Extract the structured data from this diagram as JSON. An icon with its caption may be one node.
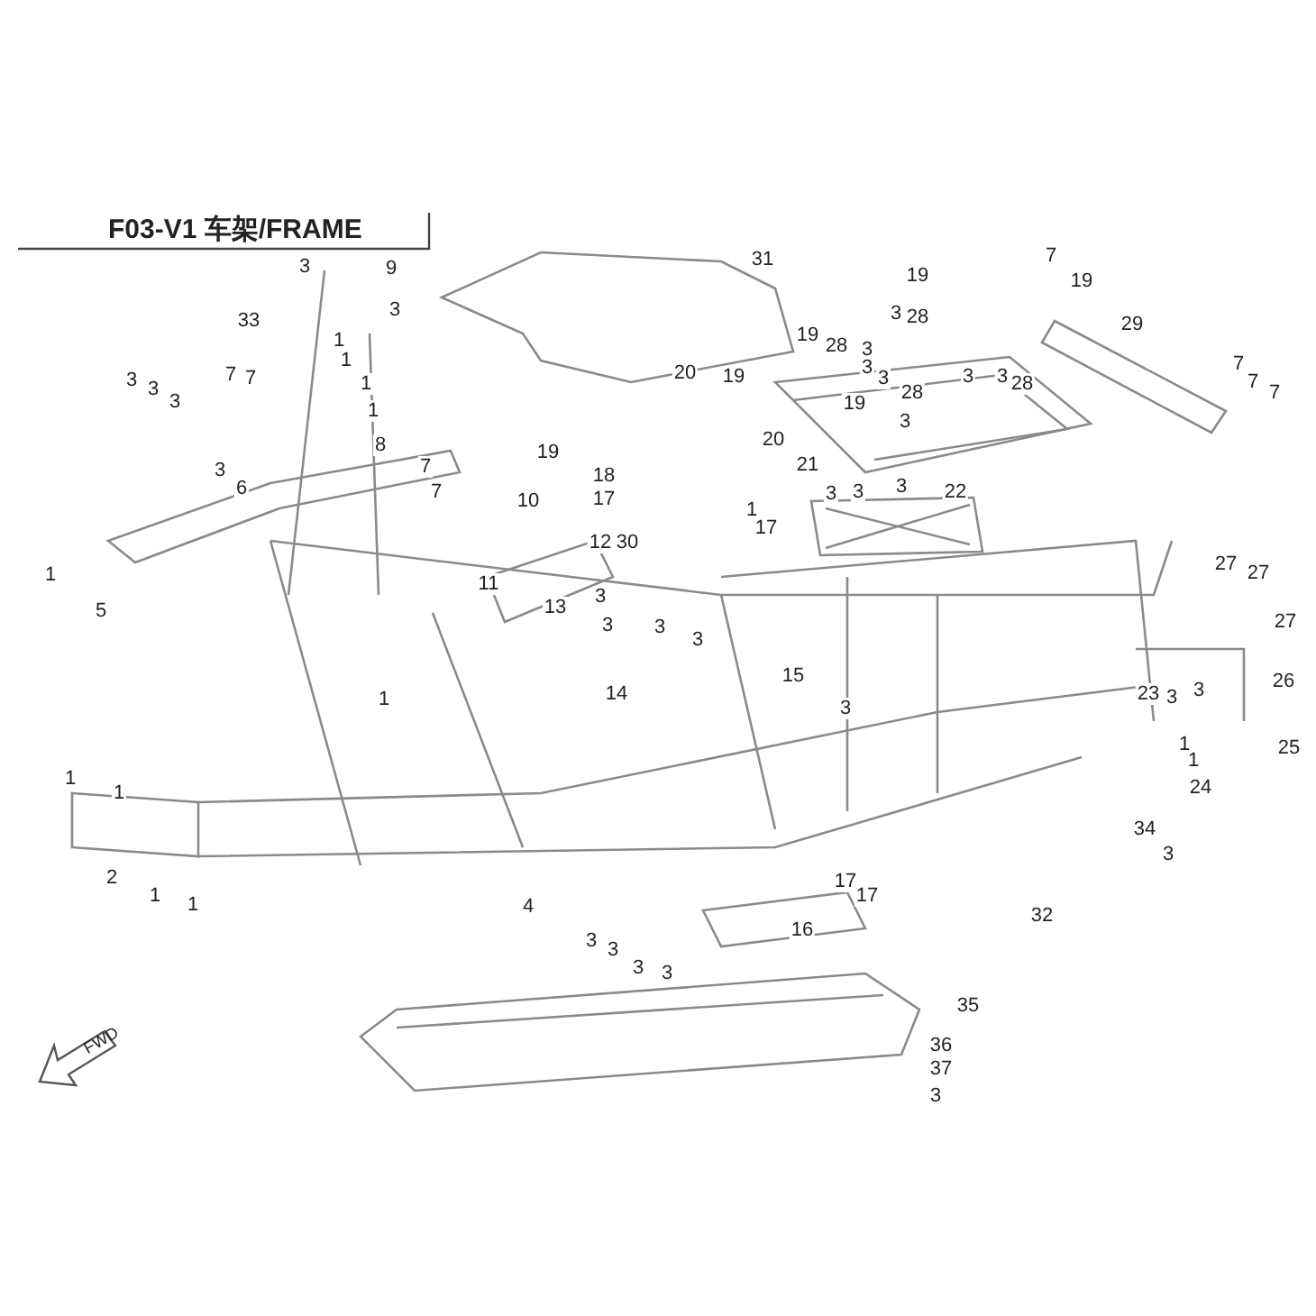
{
  "diagram": {
    "title": "F03-V1 车架/FRAME",
    "labels": [
      "7",
      "31",
      "3",
      "9",
      "19",
      "19",
      "3",
      "3",
      "28",
      "33",
      "29",
      "19",
      "1",
      "28",
      "3",
      "1",
      "7",
      "3",
      "20",
      "7",
      "19",
      "3",
      "3",
      "7",
      "3",
      "3",
      "7",
      "1",
      "28",
      "3",
      "28",
      "7",
      "3",
      "19",
      "1",
      "3",
      "20",
      "8",
      "19",
      "21",
      "7",
      "3",
      "18",
      "3",
      "6",
      "7",
      "3",
      "22",
      "3",
      "17",
      "10",
      "1",
      "17",
      "12",
      "30",
      "27",
      "27",
      "1",
      "11",
      "3",
      "13",
      "5",
      "27",
      "3",
      "3",
      "3",
      "15",
      "26",
      "3",
      "14",
      "23",
      "3",
      "1",
      "3",
      "1",
      "25",
      "1",
      "1",
      "24",
      "1",
      "34",
      "3",
      "2",
      "17",
      "1",
      "17",
      "1",
      "4",
      "32",
      "16",
      "3",
      "3",
      "3",
      "3",
      "35",
      "36",
      "FWD",
      "37",
      "3"
    ]
  }
}
